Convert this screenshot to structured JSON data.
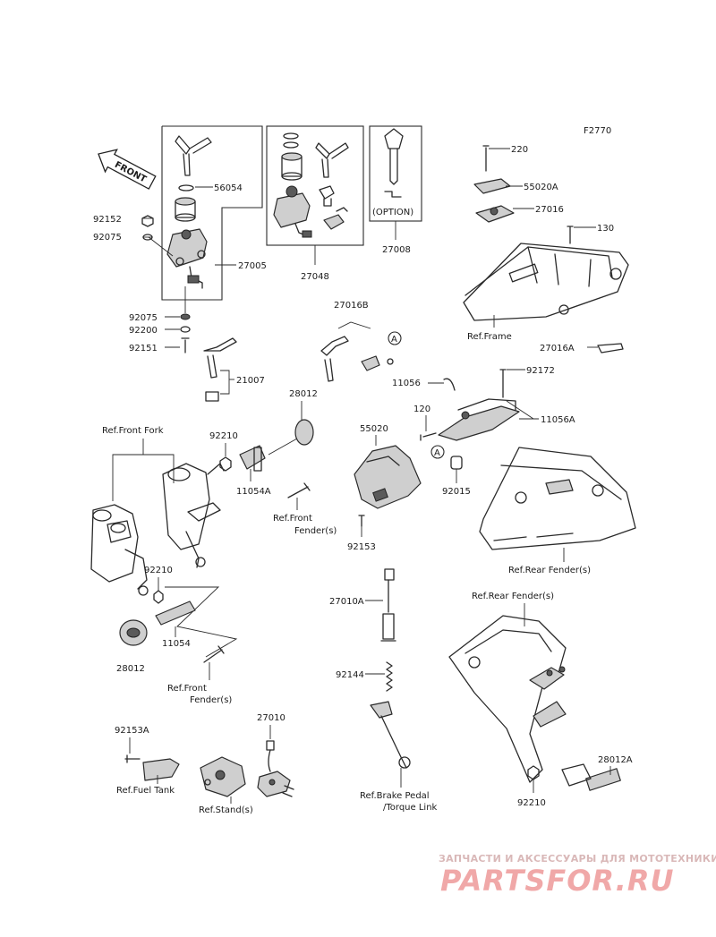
{
  "figure_code": "F2770",
  "front_arrow_label": "FRONT",
  "option_label": "(OPTION)",
  "callout_a": "A",
  "part_numbers": {
    "p56054": "56054",
    "p92152": "92152",
    "p92075_top": "92075",
    "p27005": "27005",
    "p27048": "27048",
    "p27008": "27008",
    "p220": "220",
    "p55020A": "55020A",
    "p27016": "27016",
    "p130": "130",
    "p92075_mid": "92075",
    "p92200": "92200",
    "p92151": "92151",
    "p27016B": "27016B",
    "p27016A": "27016A",
    "p21007": "21007",
    "p28012_top": "28012",
    "p11056": "11056",
    "p92172": "92172",
    "p120": "120",
    "p11056A": "11056A",
    "p92210_top": "92210",
    "p55020": "55020",
    "p11054A": "11054A",
    "p92015": "92015",
    "p92153": "92153",
    "p92210_mid": "92210",
    "p11054": "11054",
    "p28012_bot": "28012",
    "p27010A": "27010A",
    "p92144": "92144",
    "p92153A": "92153A",
    "p27010": "27010",
    "p28012A": "28012A",
    "p92210_bot": "92210"
  },
  "references": {
    "ref_frame": "Ref.Frame",
    "ref_front_fork": "Ref.Front Fork",
    "ref_front_fender_1_line1": "Ref.Front",
    "ref_front_fender_1_line2": "Fender(s)",
    "ref_rear_fender_1": "Ref.Rear Fender(s)",
    "ref_rear_fender_2": "Ref.Rear Fender(s)",
    "ref_front_fender_2_line1": "Ref.Front",
    "ref_front_fender_2_line2": "Fender(s)",
    "ref_fuel_tank": "Ref.Fuel Tank",
    "ref_stands": "Ref.Stand(s)",
    "ref_brake_pedal_line1": "Ref.Brake Pedal",
    "ref_brake_pedal_line2": "/Torque Link"
  },
  "watermark": {
    "tagline": "ЗАПЧАСТИ И АКСЕССУАРЫ ДЛЯ МОТОТЕХНИКИ",
    "brand": "PARTSFOR.RU"
  }
}
